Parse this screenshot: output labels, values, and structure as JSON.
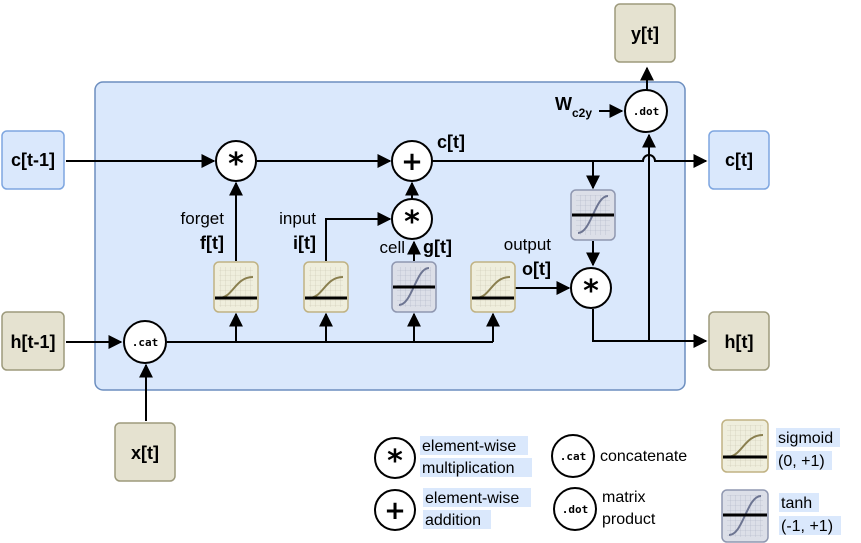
{
  "inputs": {
    "c_prev": "c[t-1]",
    "h_prev": "h[t-1]",
    "x": "x[t]"
  },
  "outputs": {
    "y": "y[t]",
    "c": "c[t]",
    "h": "h[t]"
  },
  "weight": {
    "base": "W",
    "sub": "c2y"
  },
  "ops": {
    "mul": "*",
    "add": "+",
    "cat": ".cat",
    "dot": ".dot"
  },
  "gates": {
    "forget_word": "forget",
    "forget_sym": "f[t]",
    "input_word": "input",
    "input_sym": "i[t]",
    "cell_word": "cell",
    "cell_sym": "g[t]",
    "output_word": "output",
    "output_sym": "o[t]",
    "c_inner": "c[t]"
  },
  "legend": {
    "mul_line1": "element-wise",
    "mul_line2": "multiplication",
    "add_line1": "element-wise",
    "add_line2": "addition",
    "cat_label": "concatenate",
    "dot_line1": "matrix",
    "dot_line2": "product",
    "sigmoid_name": "sigmoid",
    "sigmoid_range": "(0, +1)",
    "tanh_name": "tanh",
    "tanh_range": "(-1, +1)"
  },
  "colors": {
    "cell_bg": "#dae8fc",
    "cell_border": "#6c8ebf",
    "io_blue_bg": "#dae8fc",
    "io_blue_border": "#7ea6e0",
    "io_tan_bg": "#e5e2d0",
    "io_tan_border": "#9d9a7c",
    "sigmoid_bg": "#efeedd",
    "sigmoid_border": "#c0b283",
    "tanh_bg": "#dcdfe8",
    "tanh_border": "#8f97b0",
    "legend_highlight": "#dae8fc"
  }
}
